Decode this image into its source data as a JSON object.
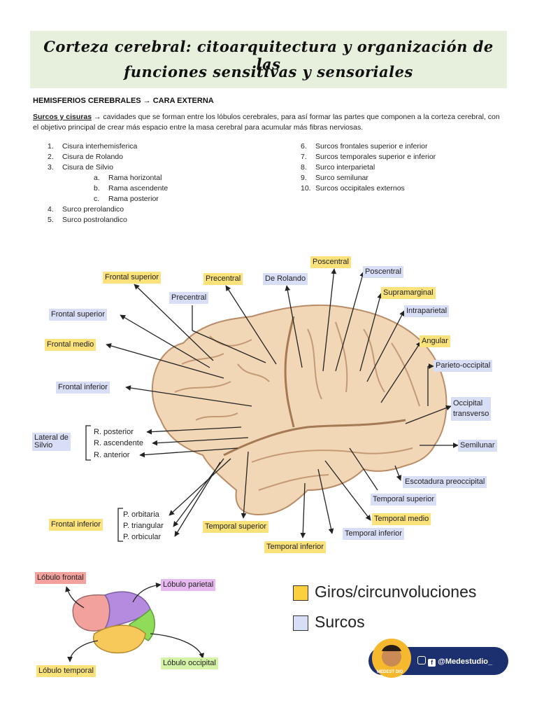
{
  "title": {
    "line1": "Corteza cerebral: citoarquitectura y organización de las",
    "line2": "funciones sensitivas y sensoriales"
  },
  "section_heading": "HEMISFERIOS CEREBRALES → CARA EXTERNA",
  "paragraph": {
    "term": "Surcos y cisuras",
    "text": " → cavidades que se forman entre los lóbulos cerebrales, para así formar las partes que componen a la corteza cerebral, con el objetivo principal de crear más espacio entre la masa cerebral para acumular más fibras nerviosas."
  },
  "list_left": [
    {
      "num": "1.",
      "text": "Cisura interhemisferica"
    },
    {
      "num": "2.",
      "text": "Cisura de Rolando"
    },
    {
      "num": "3.",
      "text": "Cisura de Silvio"
    },
    {
      "num": "a.",
      "text": "Rama horizontal",
      "sub": true
    },
    {
      "num": "b.",
      "text": "Rama ascendente",
      "sub": true
    },
    {
      "num": "c.",
      "text": "Rama posterior",
      "sub": true
    },
    {
      "num": "4.",
      "text": "Surco prerolandico"
    },
    {
      "num": "5.",
      "text": "Surco postrolandico"
    }
  ],
  "list_right": [
    {
      "num": "6.",
      "text": "Surcos frontales superior e inferior"
    },
    {
      "num": "7.",
      "text": "Surcos temporales superior e inferior"
    },
    {
      "num": "8.",
      "text": "Surco interparietal"
    },
    {
      "num": "9.",
      "text": "Surco semilunar"
    },
    {
      "num": "10.",
      "text": "Surcos occipitales externos"
    }
  ],
  "labels": {
    "frontal_superior_giro": "Frontal superior",
    "precentral_giro": "Precentral",
    "de_rolando": "De Rolando",
    "poscentral_giro": "Poscentral",
    "poscentral_surco": "Poscentral",
    "precentral_surco": "Precentral",
    "frontal_superior_surco": "Frontal superior",
    "supramarginal": "Supramarginal",
    "intraparietal": "Intraparietal",
    "frontal_medio": "Frontal medio",
    "angular": "Angular",
    "parieto_occipital": "Parieto-occipital",
    "frontal_inferior_surco": "Frontal inferior",
    "occipital_transverso_1": "Occipital",
    "occipital_transverso_2": "transverso",
    "lateral_silvio_1": "Lateral de",
    "lateral_silvio_2": "Silvio",
    "r_posterior": "R. posterior",
    "r_ascendente": "R. ascendente",
    "r_anterior": "R. anterior",
    "semilunar": "Semilunar",
    "escotadura": "Escotadura preoccipital",
    "temporal_superior_surco": "Temporal superior",
    "p_orbitaria": "P. orbitaria",
    "p_triangular": "P. triangular",
    "p_orbicular": "P. orbicular",
    "frontal_inferior_giro": "Frontal inferior",
    "temporal_superior_giro": "Temporal superior",
    "temporal_medio": "Temporal medio",
    "temporal_inferior_surco": "Temporal inferior",
    "temporal_inferior_giro": "Temporal inferior",
    "lobulo_frontal": "Lóbulo frontal",
    "lobulo_parietal": "Lóbulo parietal",
    "lobulo_temporal": "Lóbulo temporal",
    "lobulo_occipital": "Lóbulo occipital"
  },
  "legend": {
    "giros": "Giros/circunvoluciones",
    "surcos": "Surcos"
  },
  "social": {
    "handle": "@Medestudio_",
    "logo_text": "MEDEST DIO"
  },
  "colors": {
    "giro_yellow": "#fbe27a",
    "surco_blue": "#d9def7",
    "brain": "#f1d7b6",
    "frontal": "#f3a19d",
    "parietal": "#b58be0",
    "temporal": "#f6c95a",
    "occipital": "#8fdc5a"
  }
}
